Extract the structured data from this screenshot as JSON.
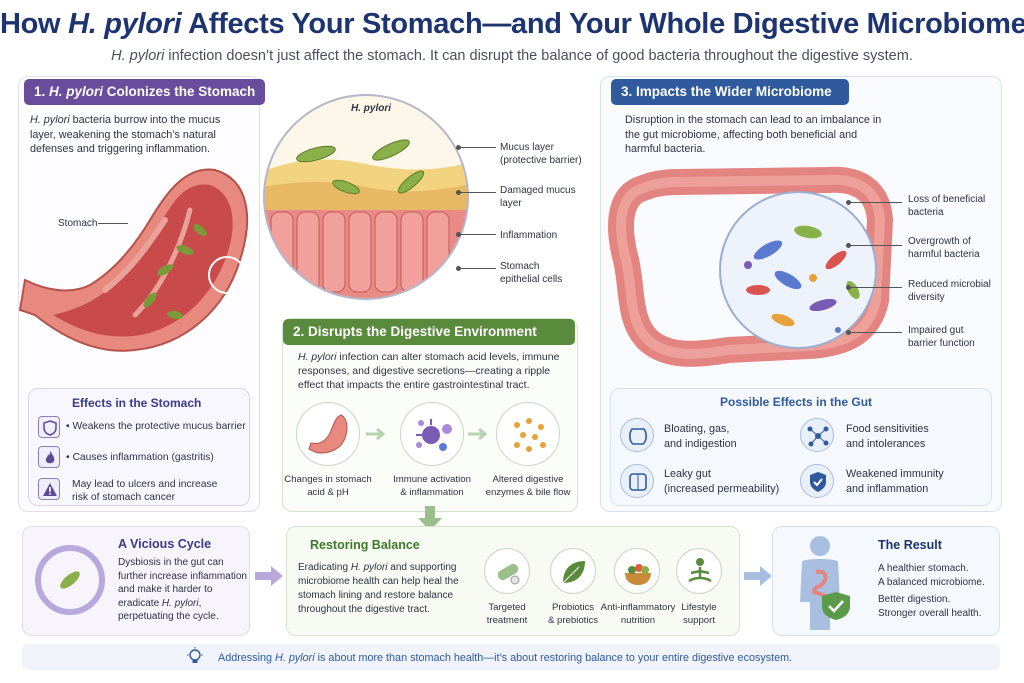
{
  "title": {
    "pre": "How ",
    "italic": "H. pylori",
    "post": " Affects Your Stomach—and Your Whole Digestive Microbiome"
  },
  "subtitle": {
    "italic": "H. pylori",
    "text": " infection doesn’t just affect the stomach. It can disrupt the balance of good bacteria throughout the digestive system."
  },
  "section1": {
    "header_pre": "1. ",
    "header_italic": "H. pylori",
    "header_post": " Colonizes the Stomach",
    "desc_italic": "H. pylori",
    "desc": " bacteria burrow into the mucus layer, weakening the stomach’s natural defenses and triggering inflammation.",
    "stomach_label": "Stomach",
    "zoom_label": "H. pylori",
    "callouts": [
      "Mucus layer",
      "(protective barrier)",
      "Damaged mucus",
      "layer",
      "Inflammation",
      "Stomach",
      "epithelial cells"
    ],
    "effects_title": "Effects in the Stomach",
    "effects": [
      {
        "icon": "shield-icon",
        "text": "• Weakens the protective mucus barrier"
      },
      {
        "icon": "flame-icon",
        "text": "• Causes inflammation (gastritis)"
      },
      {
        "icon": "warning-icon",
        "text1": "May lead to ulcers and increase",
        "text2": "risk of stomach cancer"
      }
    ]
  },
  "section2": {
    "header": "2. Disrupts the Digestive Environment",
    "desc_italic": "H. pylori",
    "desc": " infection can alter stomach acid levels, immune responses, and digestive secretions—creating a ripple effect that impacts the entire gastrointestinal tract.",
    "items": [
      {
        "icon": "stomach-icon",
        "l1": "Changes in stomach",
        "l2": "acid & pH"
      },
      {
        "icon": "immune-cell-icon",
        "l1": "Immune activation",
        "l2": "& inflammation"
      },
      {
        "icon": "enzyme-dots-icon",
        "l1": "Altered digestive",
        "l2": "enzymes & bile flow"
      }
    ]
  },
  "section3": {
    "header": "3. Impacts the Wider Microbiome",
    "desc": "Disruption in the stomach can lead to an imbalance in the gut microbiome, affecting both beneficial and harmful bacteria.",
    "callouts": [
      {
        "l1": "Loss of beneficial",
        "l2": "bacteria"
      },
      {
        "l1": "Overgrowth of",
        "l2": "harmful bacteria"
      },
      {
        "l1": "Reduced microbial",
        "l2": "diversity"
      },
      {
        "l1": "Impaired gut",
        "l2": "barrier function"
      }
    ],
    "effects_title": "Possible Effects in the Gut",
    "effects": [
      {
        "icon": "bloating-icon",
        "l1": "Bloating, gas,",
        "l2": "and indigestion"
      },
      {
        "icon": "molecule-icon",
        "l1": "Food sensitivities",
        "l2": "and intolerances"
      },
      {
        "icon": "leaky-gut-icon",
        "l1": "Leaky gut",
        "l2": "(increased permeability)"
      },
      {
        "icon": "shield-check-icon",
        "l1": "Weakened immunity",
        "l2": "and inflammation"
      }
    ]
  },
  "cycle": {
    "title": "A Vicious Cycle",
    "lines": [
      "Dysbiosis in the gut can",
      "further increase inflammation",
      "and make it harder to"
    ],
    "line4_pre": "eradicate ",
    "line4_italic": "H. pylori",
    "line4_post": ",",
    "line5": "perpetuating the cycle."
  },
  "restoring": {
    "title": "Restoring Balance",
    "l1_pre": "Eradicating ",
    "l1_italic": "H. pylori",
    "l1_post": " and supporting",
    "lines": [
      "microbiome health can help heal the",
      "stomach lining and restore balance",
      "throughout the digestive tract."
    ],
    "items": [
      {
        "icon": "pill-icon",
        "l1": "Targeted",
        "l2": "treatment"
      },
      {
        "icon": "leaf-icon",
        "l1": "Probiotics",
        "l2": "& prebiotics"
      },
      {
        "icon": "salad-bowl-icon",
        "l1": "Anti-inflammatory",
        "l2": "nutrition"
      },
      {
        "icon": "meditation-icon",
        "l1": "Lifestyle",
        "l2": "support"
      }
    ]
  },
  "result": {
    "title": "The Result",
    "lines": [
      "A healthier stomach.",
      "A balanced microbiome.",
      "Better digestion.",
      "Stronger overall health."
    ]
  },
  "footer": {
    "pre": "Addressing ",
    "italic": "H. pylori",
    "post": " is about more than stomach health—it’s about restoring balance to your entire digestive ecosystem."
  },
  "colors": {
    "title": "#1d3470",
    "purple": "#6a4c9c",
    "green": "#5a8a3c",
    "blue": "#2f5a9e"
  }
}
